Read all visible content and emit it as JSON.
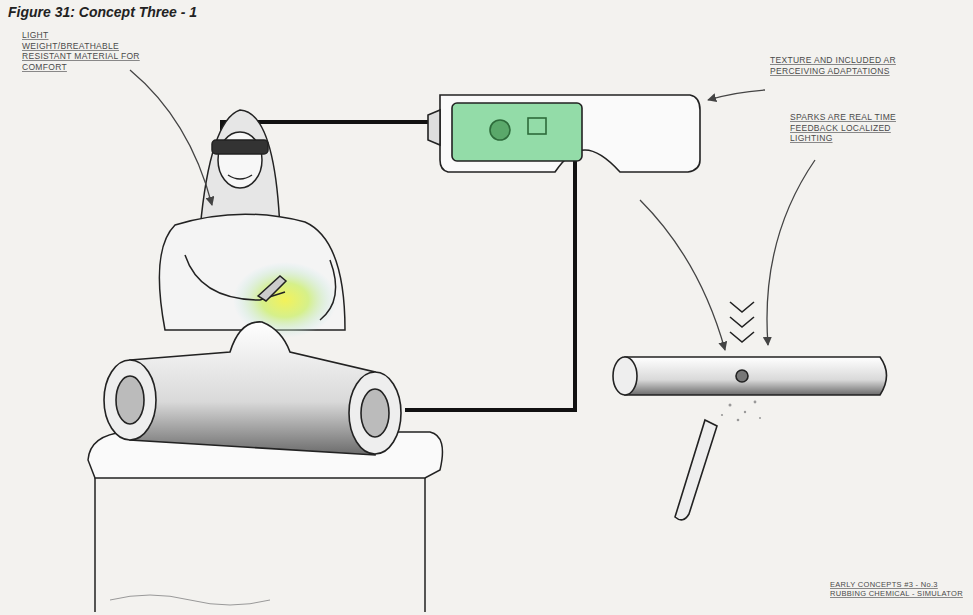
{
  "diagram": {
    "title": "Figure 31: Concept Three - 1",
    "labels": [
      "LIGHT WEIGHT/BREATHABLE RESISTANT MATERIAL FOR COMFORT",
      "TEXTURE AND INCLUDED AR PERCEIVING ADAPTATIONS",
      "SPARKS ARE REAL TIME FEEDBACK LOCALIZED LIGHTING",
      "EARLY CONCEPTS #3 - No.3 RUBBING CHEMICAL - SIMULATOR"
    ]
  }
}
